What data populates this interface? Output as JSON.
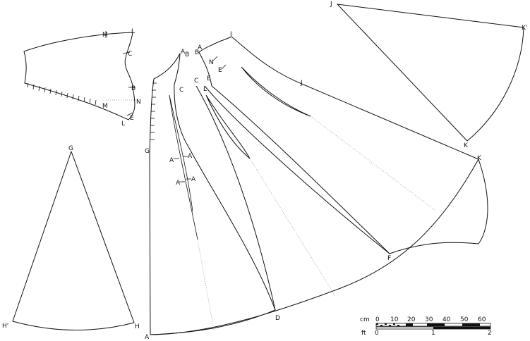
{
  "points": {
    "sleeve": {
      "M": "M",
      "L": "L",
      "C": "C",
      "B": "B",
      "N": "N",
      "E": "E",
      "M2": "M",
      "L2": "L"
    },
    "gore": {
      "G": "G",
      "H": "H",
      "H2": "H'"
    },
    "gown": {
      "A1": "A",
      "B1": "B",
      "C1": "C",
      "G1": "G",
      "A2": "A",
      "A3": "A",
      "A4": "A",
      "A5": "A",
      "A6": "A",
      "B2": "B",
      "I": "I",
      "N": "N",
      "E1": "E",
      "C2": "C",
      "E2": "E",
      "L": "L",
      "J": "J",
      "K": "K",
      "D": "D",
      "F": "F",
      "A7": "A"
    },
    "triangle": {
      "J": "J",
      "K": "K",
      "K2": "K'"
    }
  },
  "scale": {
    "cm_label": "cm",
    "ft_label": "ft",
    "cm_ticks": [
      "0",
      "10",
      "20",
      "30",
      "40",
      "50",
      "60"
    ],
    "ft_ticks": [
      "0",
      "1",
      "2"
    ]
  }
}
